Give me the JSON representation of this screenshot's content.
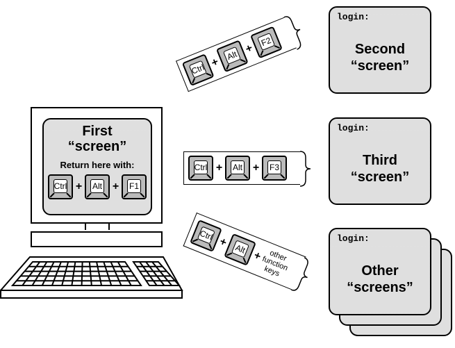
{
  "first_screen": {
    "title_line1": "First",
    "title_line2": "“screen”",
    "return_label": "Return here with:",
    "keys": [
      "Ctrl",
      "Alt",
      "F1"
    ],
    "separator": "+"
  },
  "shortcuts": [
    {
      "keys": [
        "Ctrl",
        "Alt",
        "F2"
      ],
      "target": "second"
    },
    {
      "keys": [
        "Ctrl",
        "Alt",
        "F3"
      ],
      "target": "third"
    },
    {
      "keys": [
        "Ctrl",
        "Alt"
      ],
      "extra_text": [
        "other",
        "function",
        "keys"
      ],
      "target": "other"
    }
  ],
  "separator": "+",
  "screens": [
    {
      "prompt": "login:",
      "title_line1": "Second",
      "title_line2": "“screen”"
    },
    {
      "prompt": "login:",
      "title_line1": "Third",
      "title_line2": "“screen”"
    },
    {
      "prompt": "login:",
      "title_line1": "Other",
      "title_line2": "“screens”"
    }
  ],
  "colors": {
    "outline": "#000000",
    "screen_fill": "#d8d8d8",
    "background": "#ffffff"
  }
}
